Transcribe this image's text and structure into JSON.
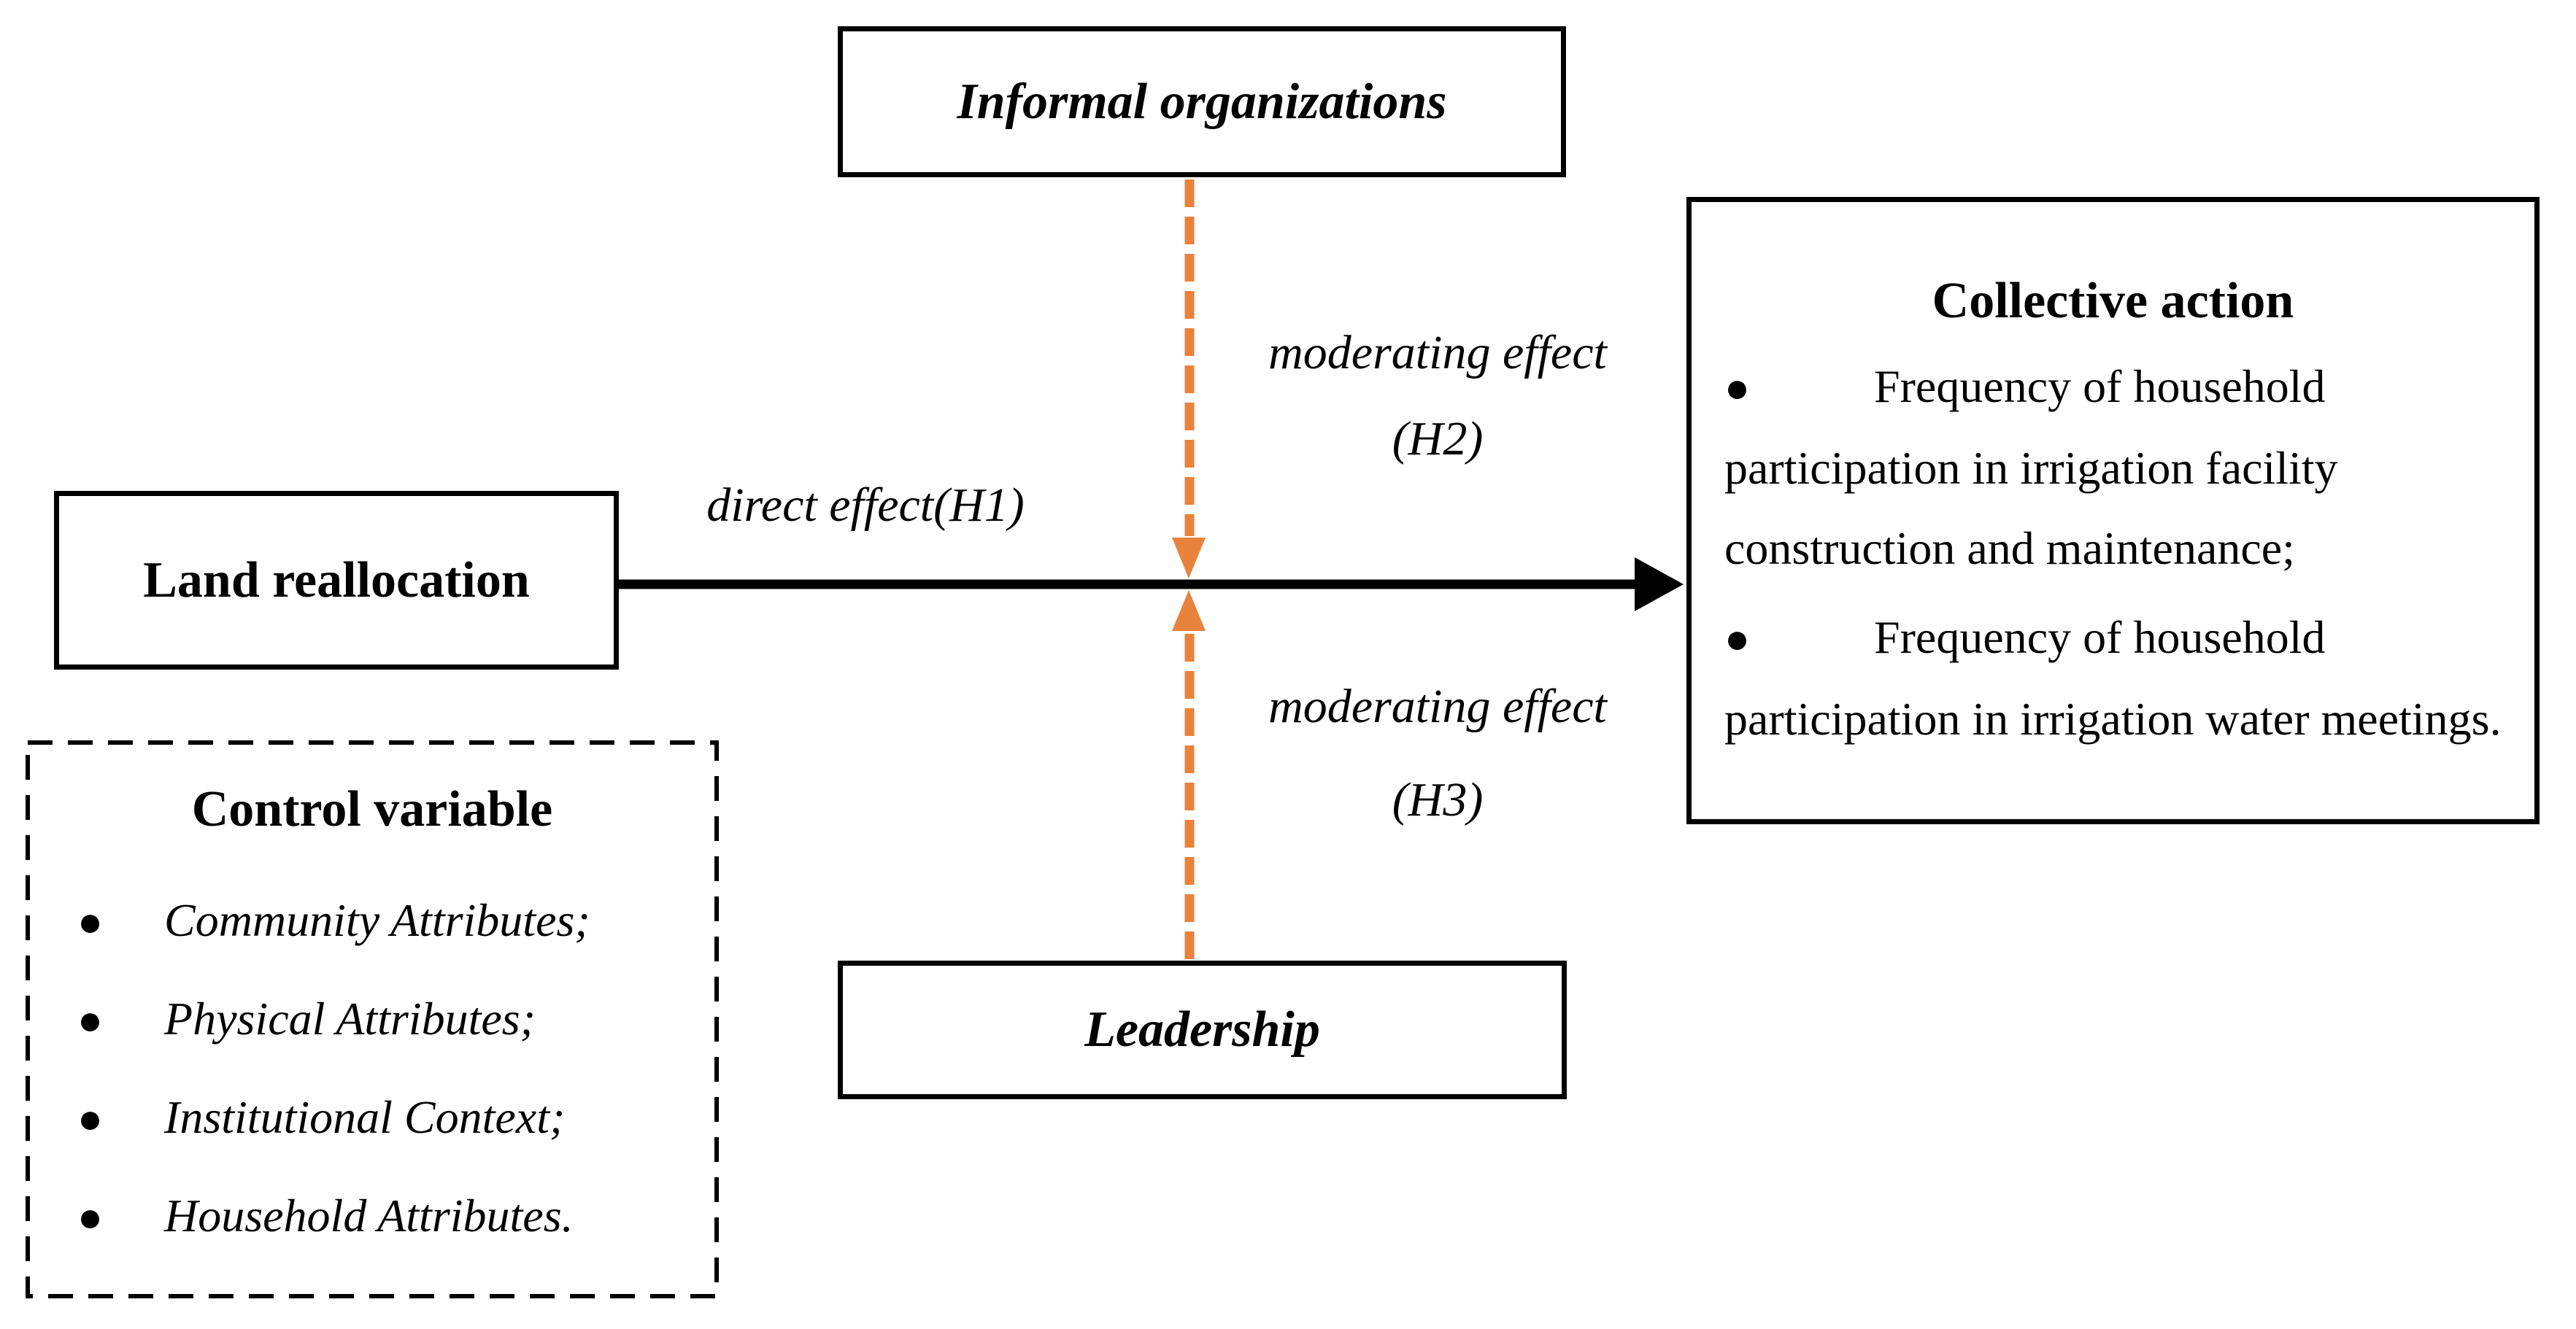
{
  "colors": {
    "accent_orange": "#E8823C",
    "line_black": "#000000"
  },
  "bullet_glyph": "●",
  "boxes": {
    "informal_organizations": {
      "label": "Informal organizations"
    },
    "land_reallocation": {
      "label": "Land reallocation"
    },
    "leadership": {
      "label": "Leadership"
    },
    "collective_action": {
      "title": "Collective action",
      "bullets": [
        "Frequency of household participation in irrigation facility construction and maintenance;",
        "Frequency of household participation in irrigation water meetings."
      ]
    },
    "control_variable": {
      "title": "Control variable",
      "bullets": [
        "Community Attributes;",
        "Physical Attributes;",
        "Institutional Context;",
        "Household Attributes."
      ]
    }
  },
  "edge_labels": {
    "direct_effect": "direct effect(H1)",
    "moderating_h2": {
      "line1": "moderating effect",
      "line2": "(H2)"
    },
    "moderating_h3": {
      "line1": "moderating effect",
      "line2": "(H3)"
    }
  }
}
